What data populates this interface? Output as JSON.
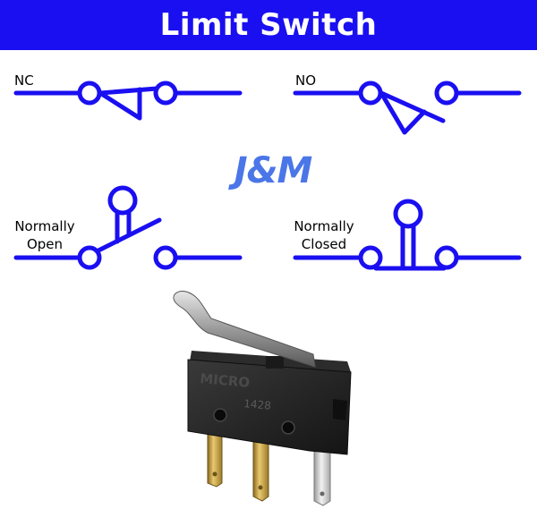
{
  "header": {
    "title": "Limit Switch"
  },
  "logo": {
    "text": "J&M"
  },
  "symbols": {
    "nc_label": "NC",
    "no_label": "NO",
    "normally_open_line1": "Normally",
    "normally_open_line2": "Open",
    "normally_closed_line1": "Normally",
    "normally_closed_line2": "Closed"
  },
  "switch_photo": {
    "body_text": "MICRO",
    "model_text": "1428"
  },
  "colors": {
    "accent": "#1a0ff0",
    "logo": "#4a76e8"
  }
}
